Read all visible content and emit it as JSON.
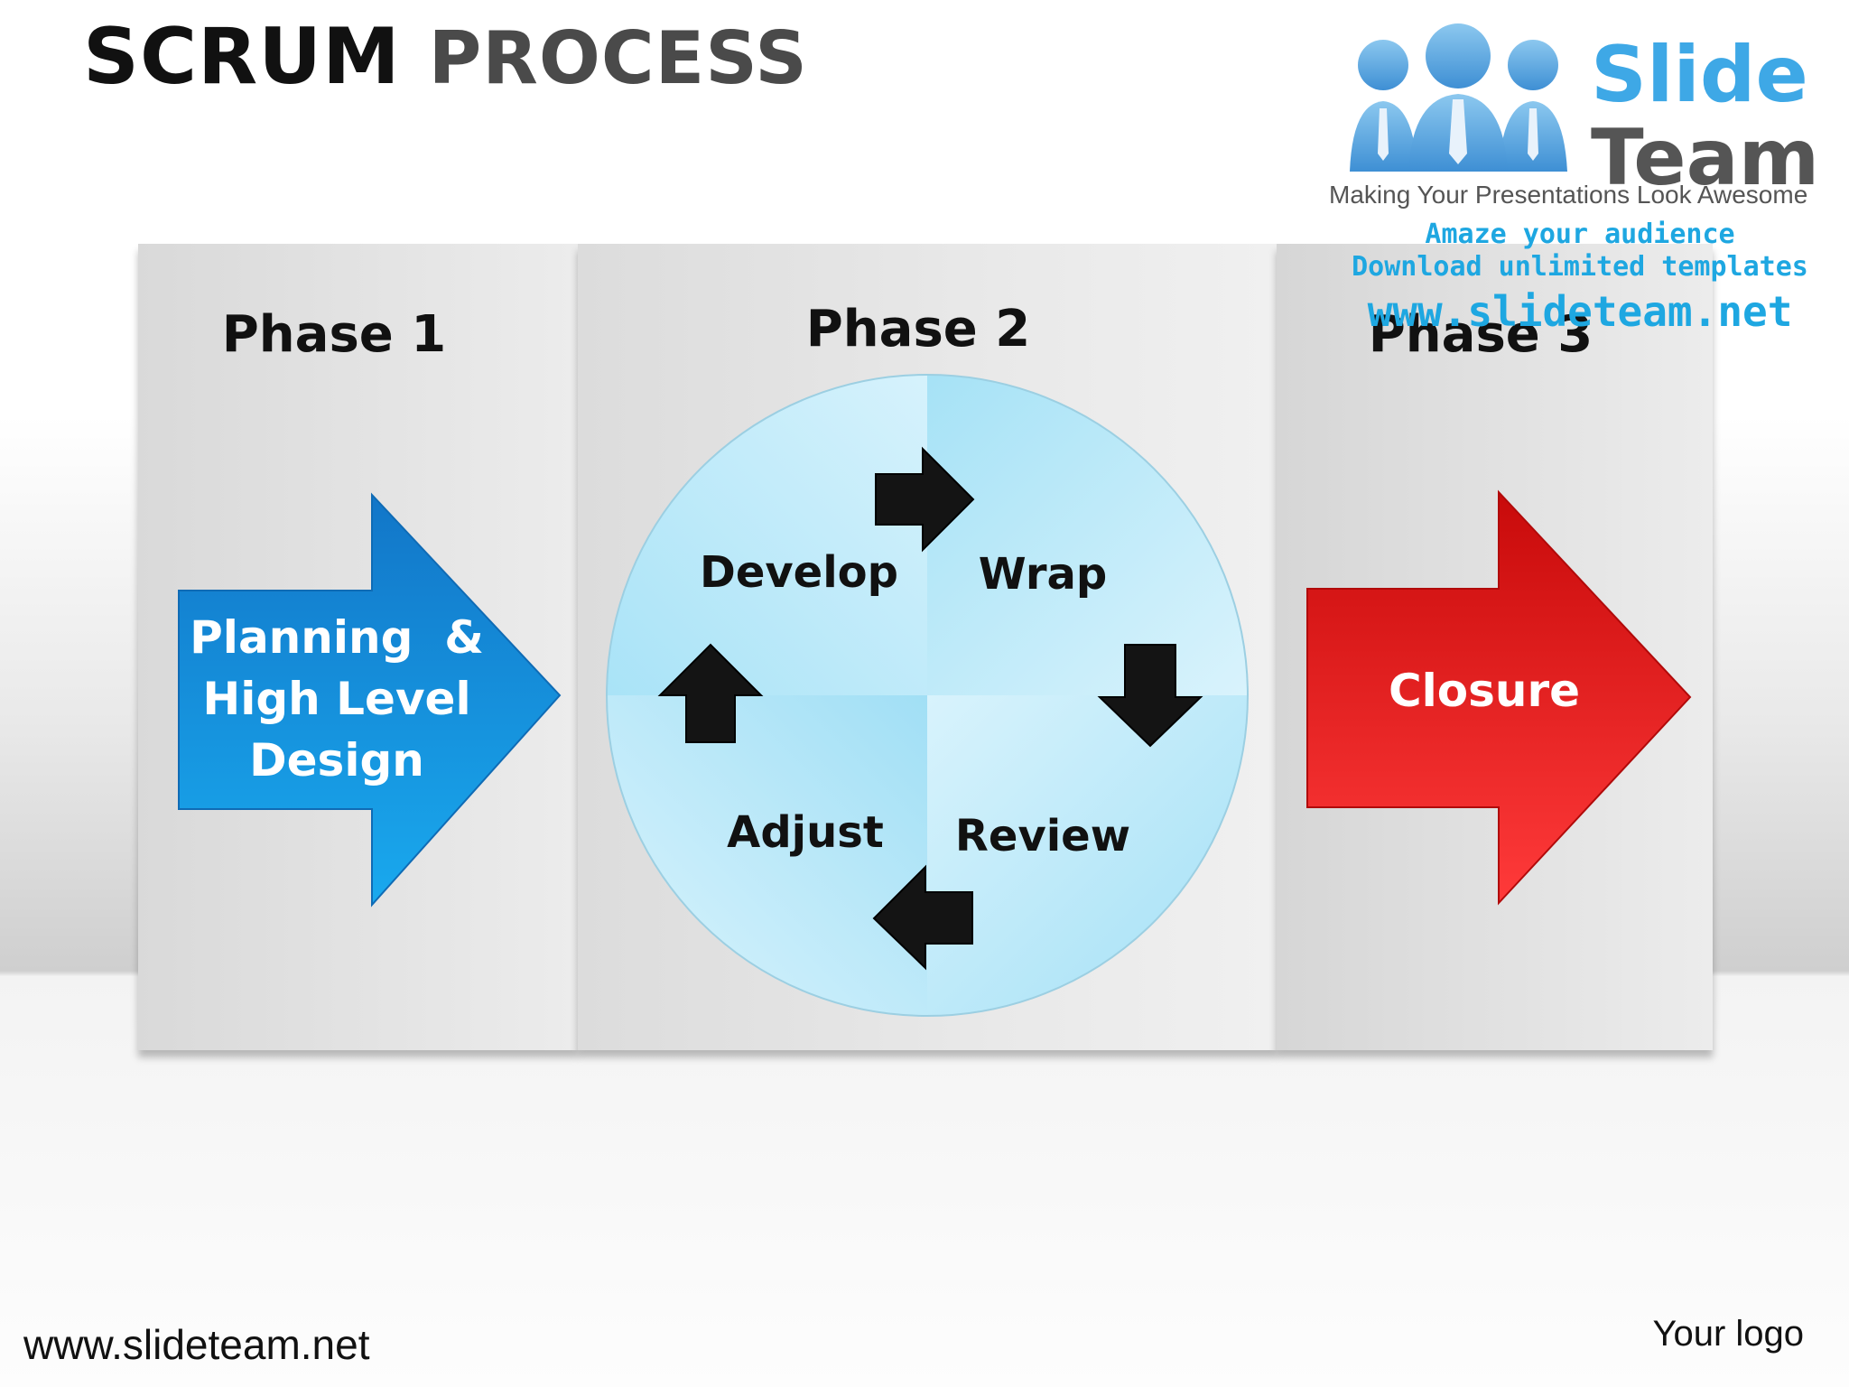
{
  "title": {
    "word1": "SCRUM",
    "word2": "PROCESS"
  },
  "phases": [
    {
      "label": "Phase 1",
      "arrow_text": [
        "Planning  &",
        "High Level",
        "Design"
      ],
      "arrow_color": "#1a8ad8"
    },
    {
      "label": "Phase 2",
      "steps": [
        "Develop",
        "Wrap",
        "Review",
        "Adjust"
      ],
      "circle_color": "#bfe9fa"
    },
    {
      "label": "Phase 3",
      "arrow_text": [
        "Closure"
      ],
      "arrow_color": "#e81c1c"
    }
  ],
  "logo": {
    "word1": "Slide",
    "word2": "Team",
    "tagline": "Making Your Presentations Look Awesome",
    "promo": [
      "Amaze your audience",
      "Download unlimited templates",
      "www.slideteam.net"
    ]
  },
  "footer": {
    "website": "www.slideteam.net",
    "logo_placeholder": "Your logo"
  }
}
